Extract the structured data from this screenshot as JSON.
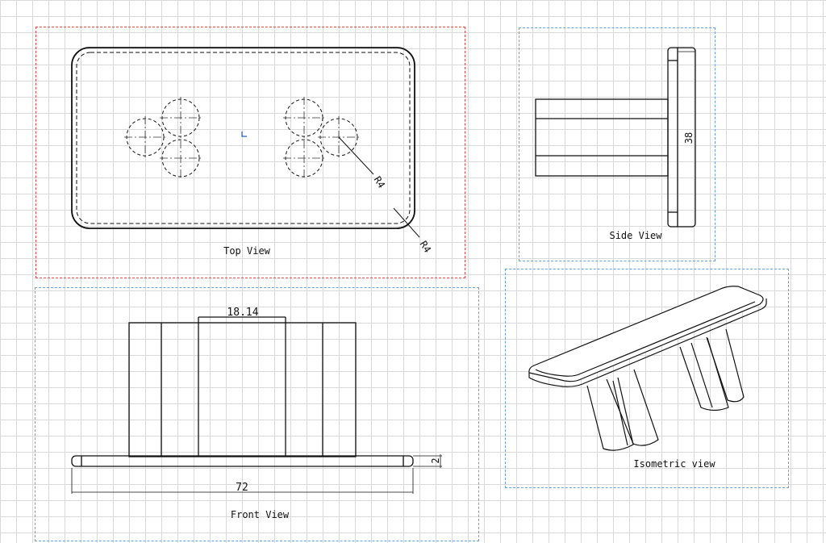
{
  "views": {
    "top": "Top View",
    "side": "Side View",
    "front": "Front View",
    "iso": "Isometric view"
  },
  "dimensions": {
    "radius_inner": "R4",
    "radius_corner": "R4",
    "height": "38",
    "top_width": "18.14",
    "thickness": "2",
    "length": "72"
  },
  "colors": {
    "frame_active": "#e8474c",
    "frame": "#6aa0e8",
    "origin_marker": "#1f5bd6"
  }
}
